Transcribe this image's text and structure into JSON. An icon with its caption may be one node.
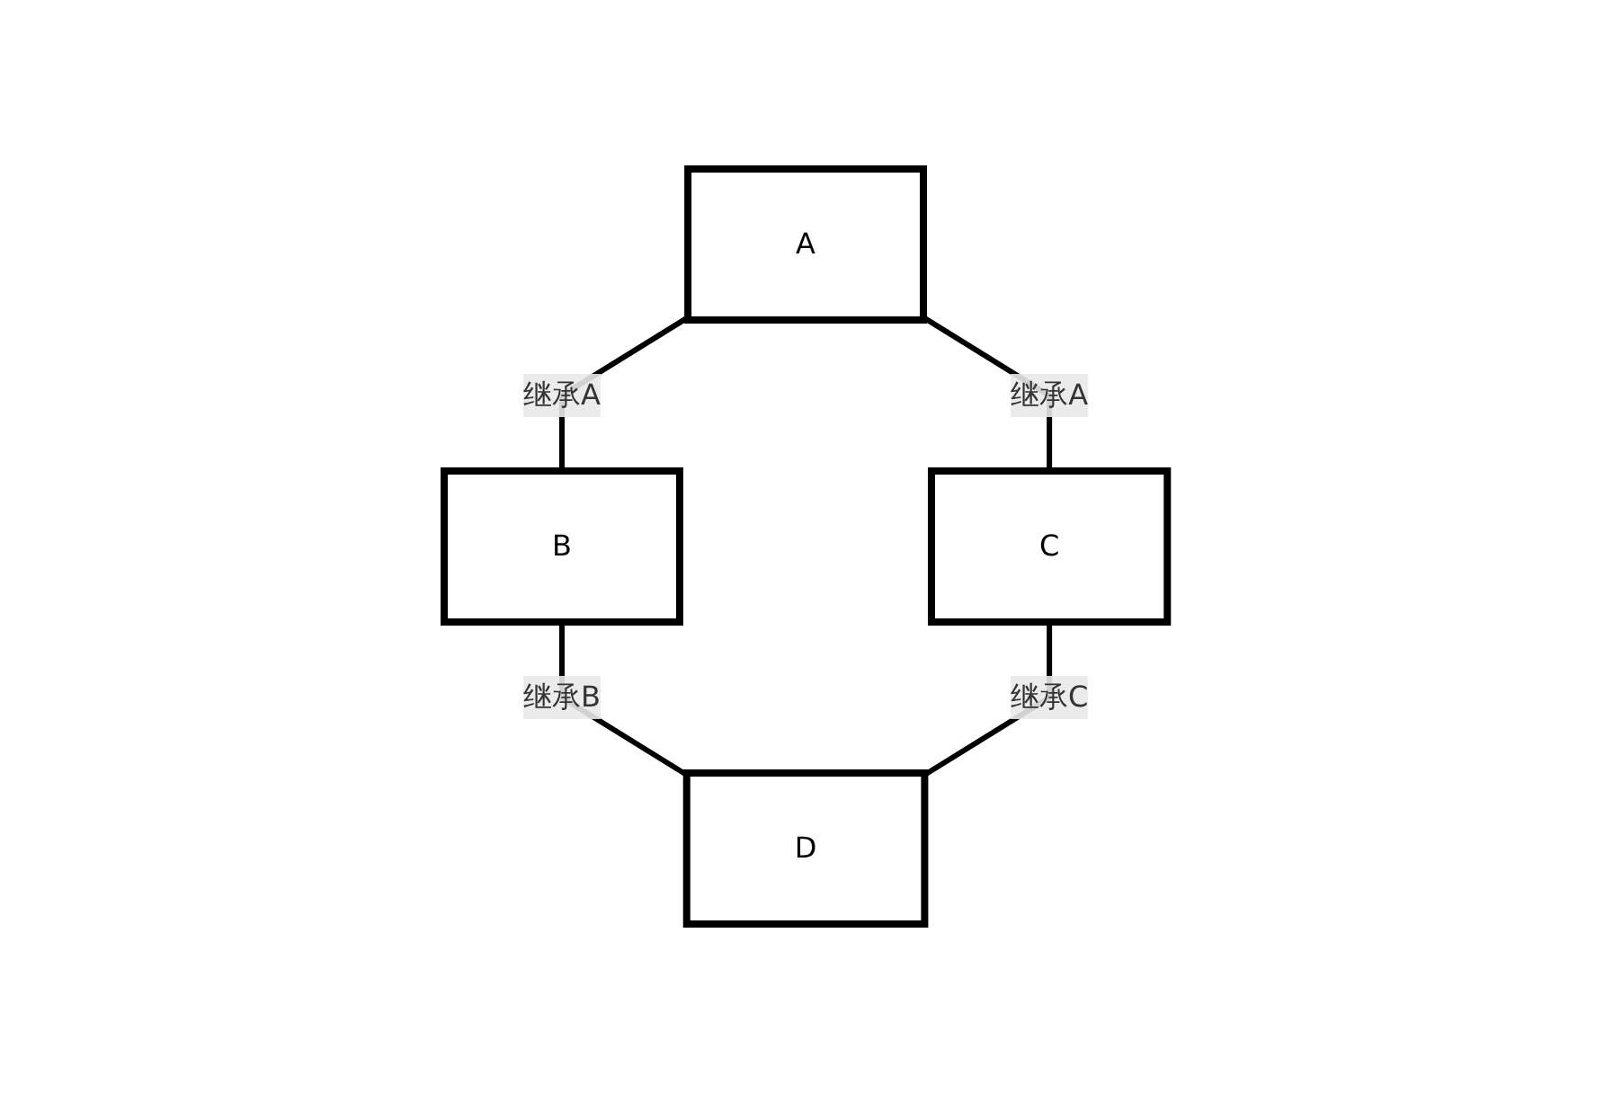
{
  "diagram": {
    "nodes": [
      {
        "text": [
          "A"
        ]
      },
      {
        "text": [
          "B"
        ]
      },
      {
        "text": [
          "C"
        ]
      },
      {
        "text": [
          "D"
        ]
      }
    ],
    "edges": [
      {
        "from": 0,
        "to": 1,
        "arrow": "none",
        "label": "继承A"
      },
      {
        "from": 0,
        "to": 2,
        "arrow": "none",
        "label": "继承A"
      },
      {
        "from": 1,
        "to": 3,
        "arrow": "none",
        "label": "继承B"
      },
      {
        "from": 2,
        "to": 3,
        "arrow": "none",
        "label": "继承C"
      }
    ]
  }
}
